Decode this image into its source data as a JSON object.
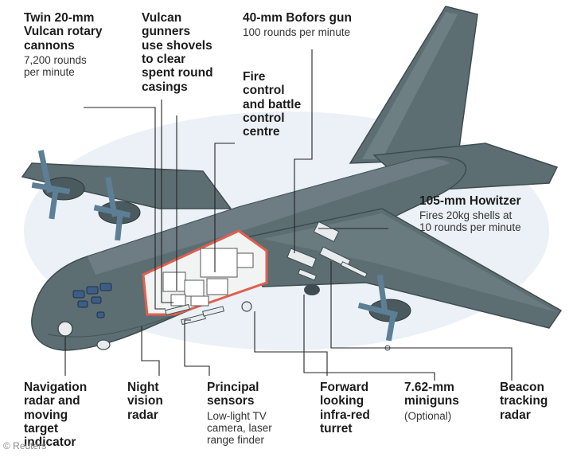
{
  "colors": {
    "airframe": "#5d6e73",
    "airframe_dark": "#3e4c51",
    "airframe_light": "#7a8b90",
    "cutaway_outline": "#e0604f",
    "leader_line": "#222222",
    "halo": "#dbe6ee"
  },
  "callouts": {
    "vulcan_cannons": {
      "title": "Twin 20-mm\nVulcan rotary\ncannons",
      "detail": "7,200 rounds\nper minute"
    },
    "vulcan_gunners": {
      "title": "Vulcan\ngunners\nuse shovels\nto clear\nspent round\ncasings"
    },
    "bofors_gun": {
      "title": "40-mm Bofors gun",
      "detail": "100 rounds per minute"
    },
    "fire_control": {
      "title": "Fire\ncontrol\nand battle\ncontrol\ncentre"
    },
    "howitzer": {
      "title": "105-mm Howitzer",
      "detail": "Fires 20kg shells at\n10 rounds per minute"
    },
    "nav_radar": {
      "title": "Navigation\nradar and\nmoving\ntarget\nindicator"
    },
    "night_vision": {
      "title": "Night\nvision\nradar"
    },
    "principal_sensors": {
      "title": "Principal\nsensors",
      "detail": "Low-light TV\ncamera, laser\nrange finder"
    },
    "flir_turret": {
      "title": "Forward\nlooking\ninfra-red\nturret"
    },
    "miniguns": {
      "title": "7.62-mm\nminiguns",
      "detail": "(Optional)"
    },
    "beacon_radar": {
      "title": "Beacon\ntracking\nradar"
    }
  },
  "credit": "© Reuters"
}
